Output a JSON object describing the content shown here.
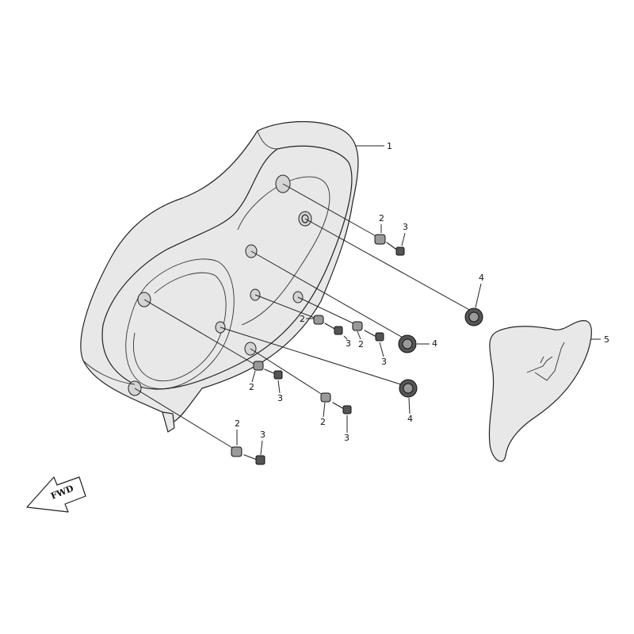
{
  "callouts": {
    "c1": "1",
    "c2a": "2",
    "c3a": "3",
    "c4a": "4",
    "c5": "5",
    "c2b": "2",
    "c3b": "3",
    "c2c": "2",
    "c3c": "3",
    "c4b": "4",
    "c2d": "2",
    "c3d": "3",
    "c4c": "4",
    "c2e": "2",
    "c3e": "3",
    "c2f": "2",
    "c3f": "3"
  },
  "fwd_label": "FWD"
}
